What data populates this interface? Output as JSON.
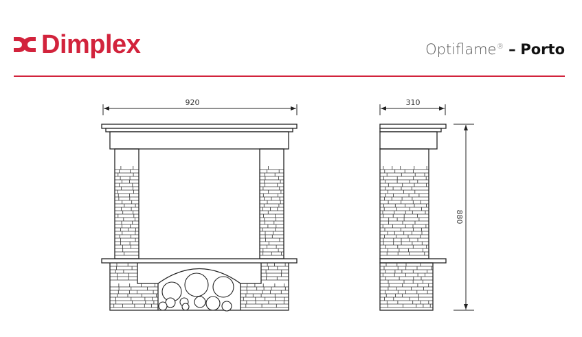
{
  "header": {
    "brand": "Dimplex",
    "product_line": "Optiflame",
    "registered_mark": "®",
    "separator": "–",
    "model": "Porto",
    "brand_color": "#d2233c"
  },
  "drawing": {
    "front_width_label": "920",
    "side_depth_label": "310",
    "height_label": "880",
    "line_color": "#222222"
  }
}
